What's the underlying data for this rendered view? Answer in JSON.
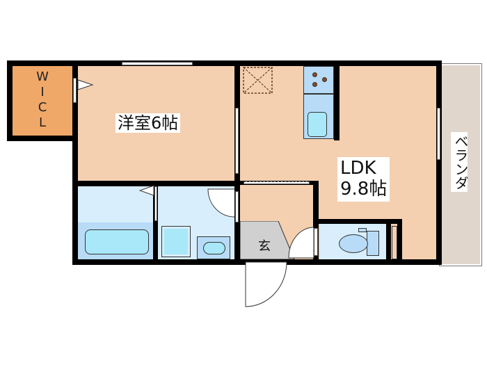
{
  "floorplan": {
    "rooms": {
      "wic": {
        "label_lines": [
          "W",
          "I",
          "C",
          "L"
        ],
        "color": "#f0a868"
      },
      "western_room": {
        "label": "洋室6帖",
        "color": "#f4d0b0"
      },
      "ldk": {
        "label_line1": "LDK",
        "label_line2": "9.8帖",
        "color": "#f4d0b0"
      },
      "balcony": {
        "label": "ベランダ",
        "color": "#e0d6cc"
      },
      "entrance": {
        "label": "玄",
        "color": "#d0d0d0"
      },
      "bath": {
        "color": "#d8eefc"
      },
      "toilet": {
        "color": "#d8eefc"
      }
    },
    "colors": {
      "wall": "#000000",
      "fixture_blue": "#b8dcf8",
      "fixture_cyan": "#a8e8f8",
      "burner": "#8a4a20"
    }
  }
}
